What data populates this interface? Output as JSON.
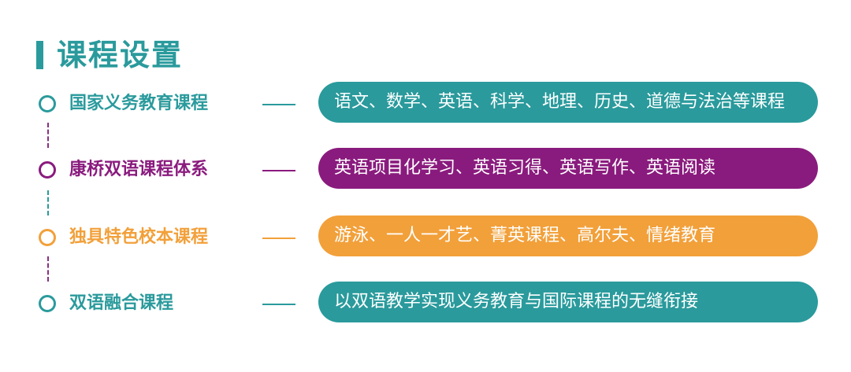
{
  "title": "课程设置",
  "colors": {
    "teal": "#2a9a9c",
    "purple": "#8a1b7e",
    "orange": "#f2a03a"
  },
  "rows": [
    {
      "label": "国家义务教育课程",
      "detail": "语文、数学、英语、科学、地理、历史、道德与法治等课程",
      "color": "#2a9a9c"
    },
    {
      "label": "康桥双语课程体系",
      "detail": "英语项目化学习、英语习得、英语写作、英语阅读",
      "color": "#8a1b7e"
    },
    {
      "label": "独具特色校本课程",
      "detail": "游泳、一人一才艺、菁英课程、高尔夫、情绪教育",
      "color": "#f2a03a"
    },
    {
      "label": "双语融合课程",
      "detail": "以双语教学实现义务教育与国际课程的无缝衔接",
      "color": "#2a9a9c"
    }
  ]
}
